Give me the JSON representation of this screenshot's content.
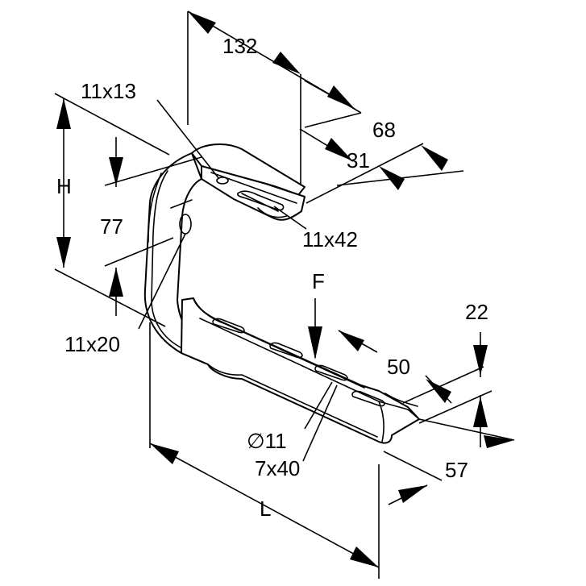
{
  "drawing": {
    "labels": {
      "d132": "132",
      "d11x13": "11x13",
      "d68": "68",
      "dH": "H",
      "d31": "31",
      "d77": "77",
      "d11x42": "11x42",
      "dF": "F",
      "d11x20": "11x20",
      "d22": "22",
      "d50": "50",
      "dPhi11": "∅11",
      "d7x40": "7x40",
      "d57": "57",
      "dL": "L"
    },
    "colors": {
      "line": "#000000",
      "background": "#ffffff"
    }
  }
}
